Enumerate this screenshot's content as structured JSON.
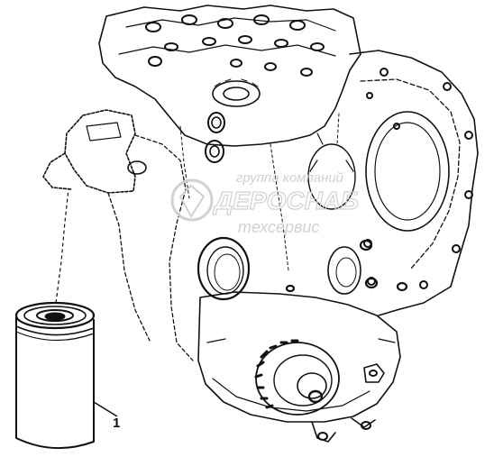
{
  "callouts": [
    {
      "number": "1",
      "part": "oil-filter"
    }
  ],
  "watermark": {
    "line1": "группа компаний",
    "line2": "ДЕРОСНАБ",
    "line3": "техсервис",
    "color": "#cfcfcf"
  },
  "colors": {
    "line": "#111111",
    "background": "#ffffff"
  }
}
